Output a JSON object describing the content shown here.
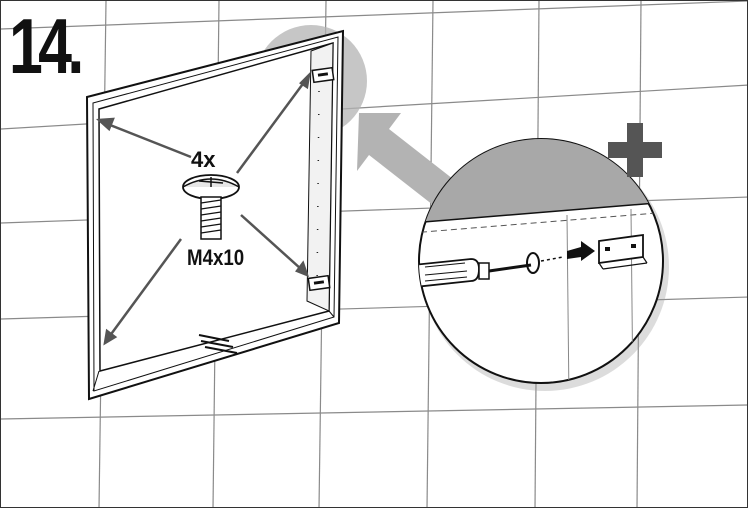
{
  "step": {
    "number": "14."
  },
  "callouts": {
    "screw_quantity": "4x",
    "screw_size": "M4x10",
    "detail_symbol": "plus-icon"
  },
  "colors": {
    "ink": "#111111",
    "tile_line": "#8a8a8a",
    "highlight_gray": "#b3b3b3",
    "detail_fill": "#ffffff"
  }
}
